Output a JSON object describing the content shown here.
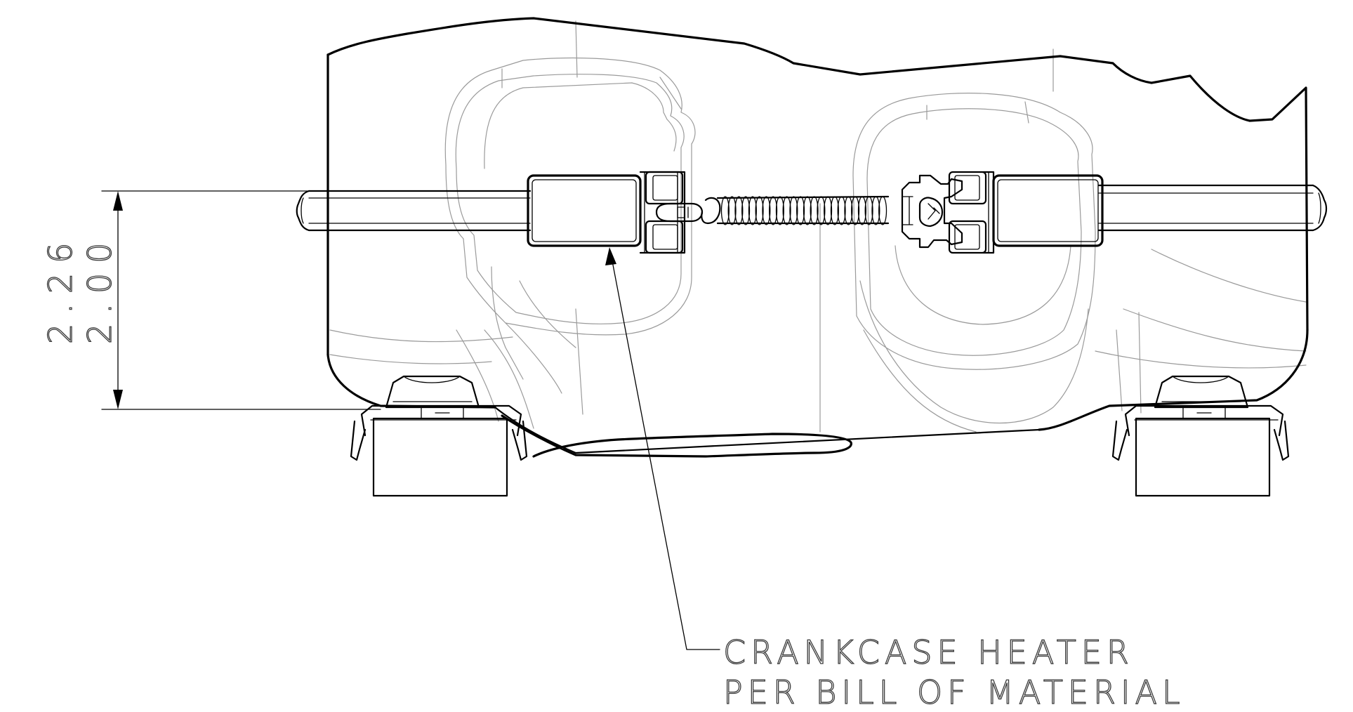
{
  "dimension": {
    "values": [
      "2.26",
      "2.00"
    ]
  },
  "callout": {
    "lines": [
      "CRANKCASE HEATER",
      "PER BILL OF MATERIAL"
    ]
  },
  "colors": {
    "line": "#000000",
    "hidden_line": "#9a9a9a",
    "text": "#3a3a3a",
    "background": "#ffffff"
  }
}
